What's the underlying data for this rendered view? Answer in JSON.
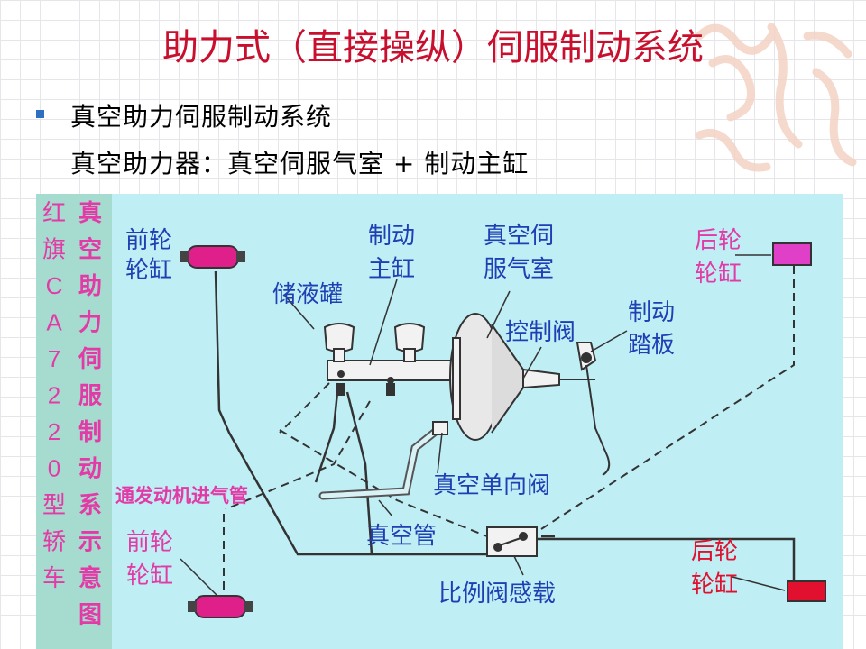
{
  "title": "助力式（直接操纵）伺服制动系统",
  "bullet": {
    "line1": "真空助力伺服制动系统",
    "line2": "真空助力器：真空伺服气室 + 制动主缸"
  },
  "sidebar": {
    "left_column": "红旗CA7220型轿车",
    "right_column": "真空助力伺服制动系示意图"
  },
  "labels": {
    "front_cyl_top": [
      "前轮",
      "轮缸"
    ],
    "reservoir": "储液罐",
    "master_cyl": [
      "制动",
      "主缸"
    ],
    "servo_chamber": [
      "真空伺",
      "服气室"
    ],
    "rear_cyl_top": [
      "后轮",
      "轮缸"
    ],
    "control_valve": "控制阀",
    "pedal": [
      "制动",
      "踏板"
    ],
    "check_valve": "真空单向阀",
    "intake": "通发动机进气管",
    "vacuum_pipe": "真空管",
    "front_cyl_bottom": [
      "前轮",
      "轮缸"
    ],
    "proportioning_valve": "比例阀感载",
    "rear_cyl_bottom": [
      "后轮",
      "轮缸"
    ]
  },
  "colors": {
    "title": "#c8102e",
    "bullet": "#2d6fc1",
    "diagram_bg": "#bfeef4",
    "sidebar_bg": "#a6dbcf",
    "label_blue": "#1f3fb4",
    "label_magenta": "#e23aa6",
    "front_cylinder": "#e0208a",
    "rear_cylinder_top": "#e040c8",
    "rear_cylinder_bottom": "#e0102e"
  }
}
